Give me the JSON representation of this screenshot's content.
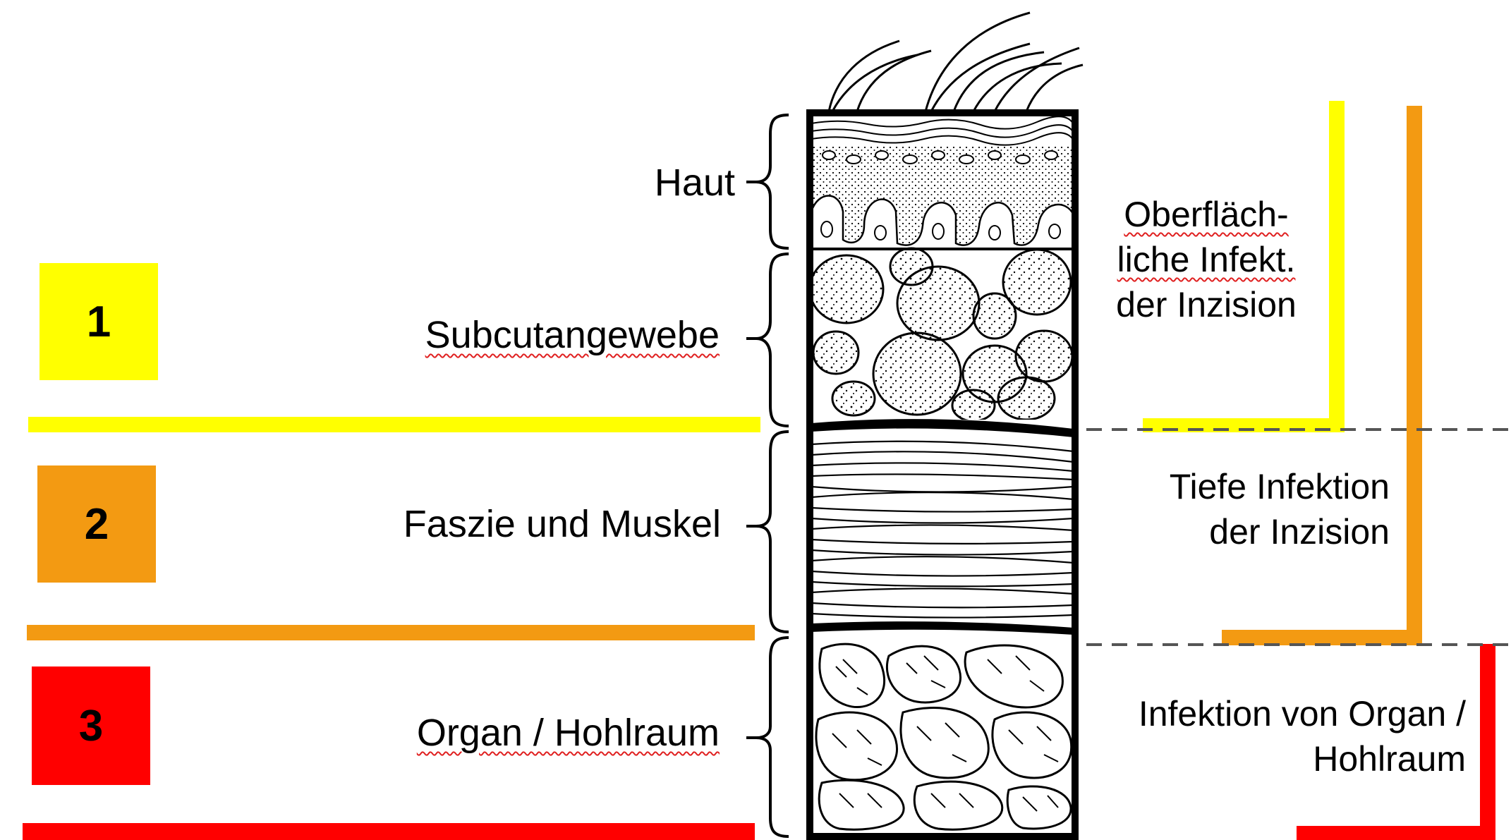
{
  "classes": [
    {
      "number": "1",
      "color": "#ffff00"
    },
    {
      "number": "2",
      "color": "#ff9900"
    },
    {
      "number": "3",
      "color": "#ff0000"
    }
  ],
  "layers": {
    "skin": "Haut",
    "subcutaneous": "Subcutangewebe",
    "fascia_muscle": "Faszie und Muskel",
    "organ_space": "Organ / Hohlraum"
  },
  "infections": {
    "superficial": [
      "Oberfläch-",
      "liche Infekt.",
      "der Inzision"
    ],
    "deep": [
      "Tiefe Infektion",
      "der Inzision"
    ],
    "organ": [
      "Infektion von Organ /",
      "Hohlraum"
    ]
  },
  "colors": {
    "yellow": "#ffff00",
    "orange": "#f39a12",
    "red": "#ff0000",
    "ink": "#000000",
    "dash": "#555555"
  }
}
